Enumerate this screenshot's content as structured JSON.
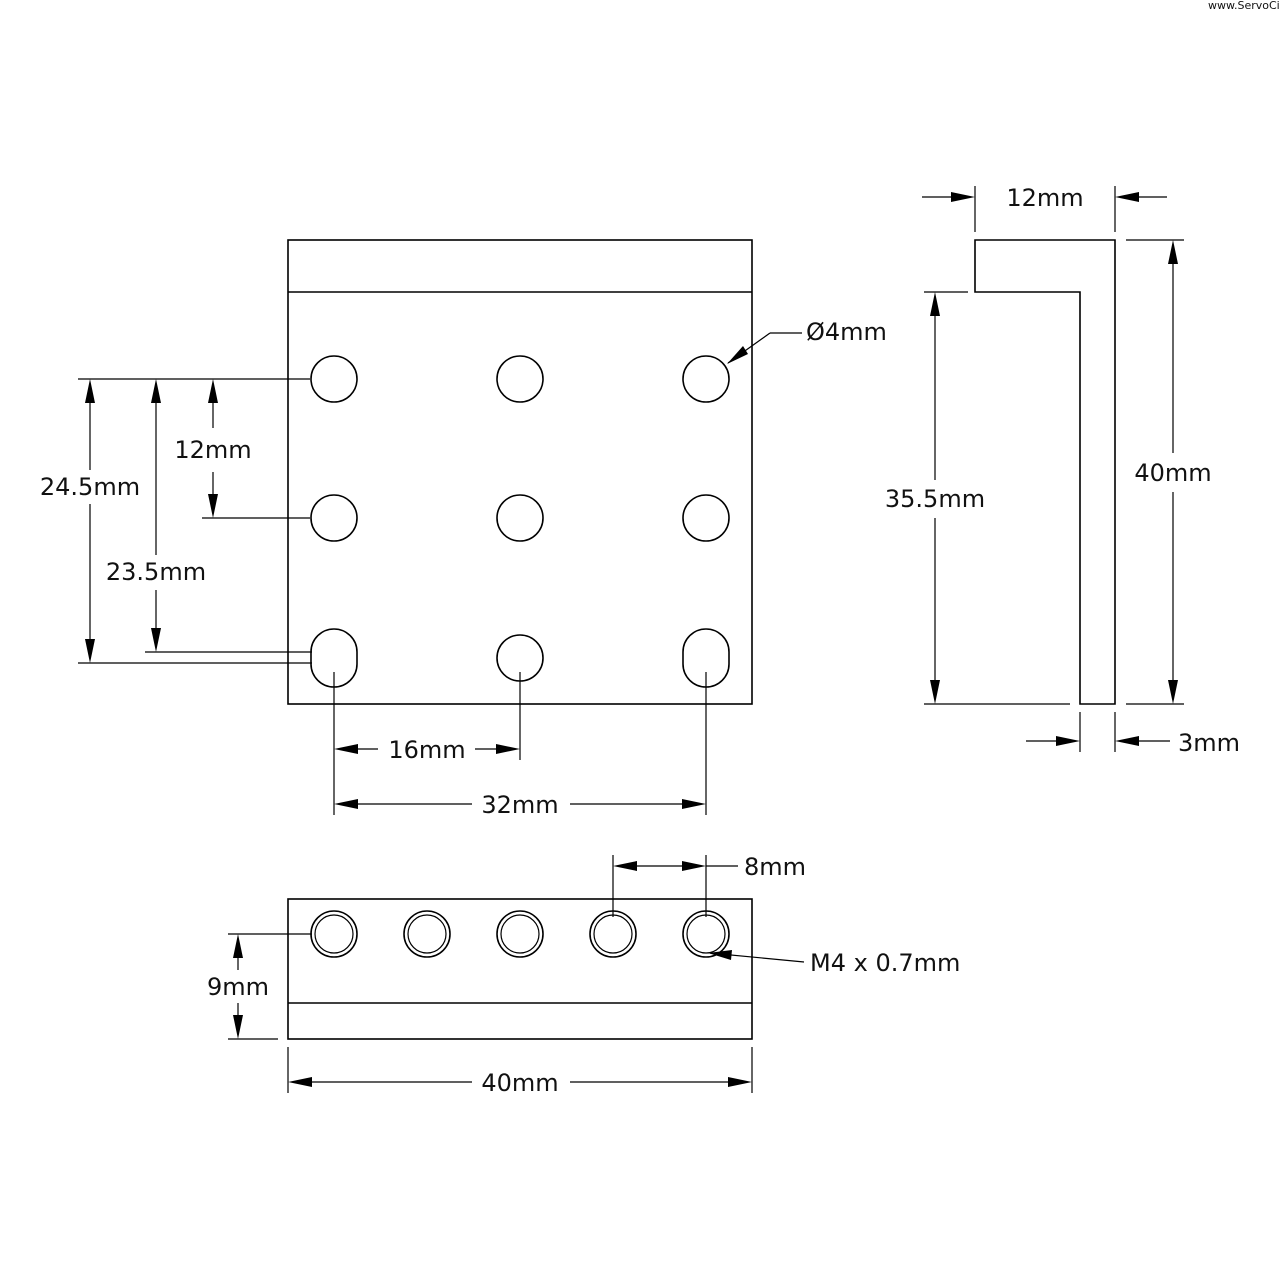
{
  "watermark": "www.ServoCity.com",
  "front_view": {
    "hole_diameter": "Ø4mm",
    "dim_24_5": "24.5mm",
    "dim_23_5": "23.5mm",
    "dim_12_vertical": "12mm",
    "dim_16": "16mm",
    "dim_32": "32mm"
  },
  "side_view": {
    "dim_12_top": "12mm",
    "dim_35_5": "35.5mm",
    "dim_40_height": "40mm",
    "dim_3": "3mm"
  },
  "top_view": {
    "dim_8": "8mm",
    "thread": "M4 x 0.7mm",
    "dim_9": "9mm",
    "dim_40_width": "40mm"
  }
}
